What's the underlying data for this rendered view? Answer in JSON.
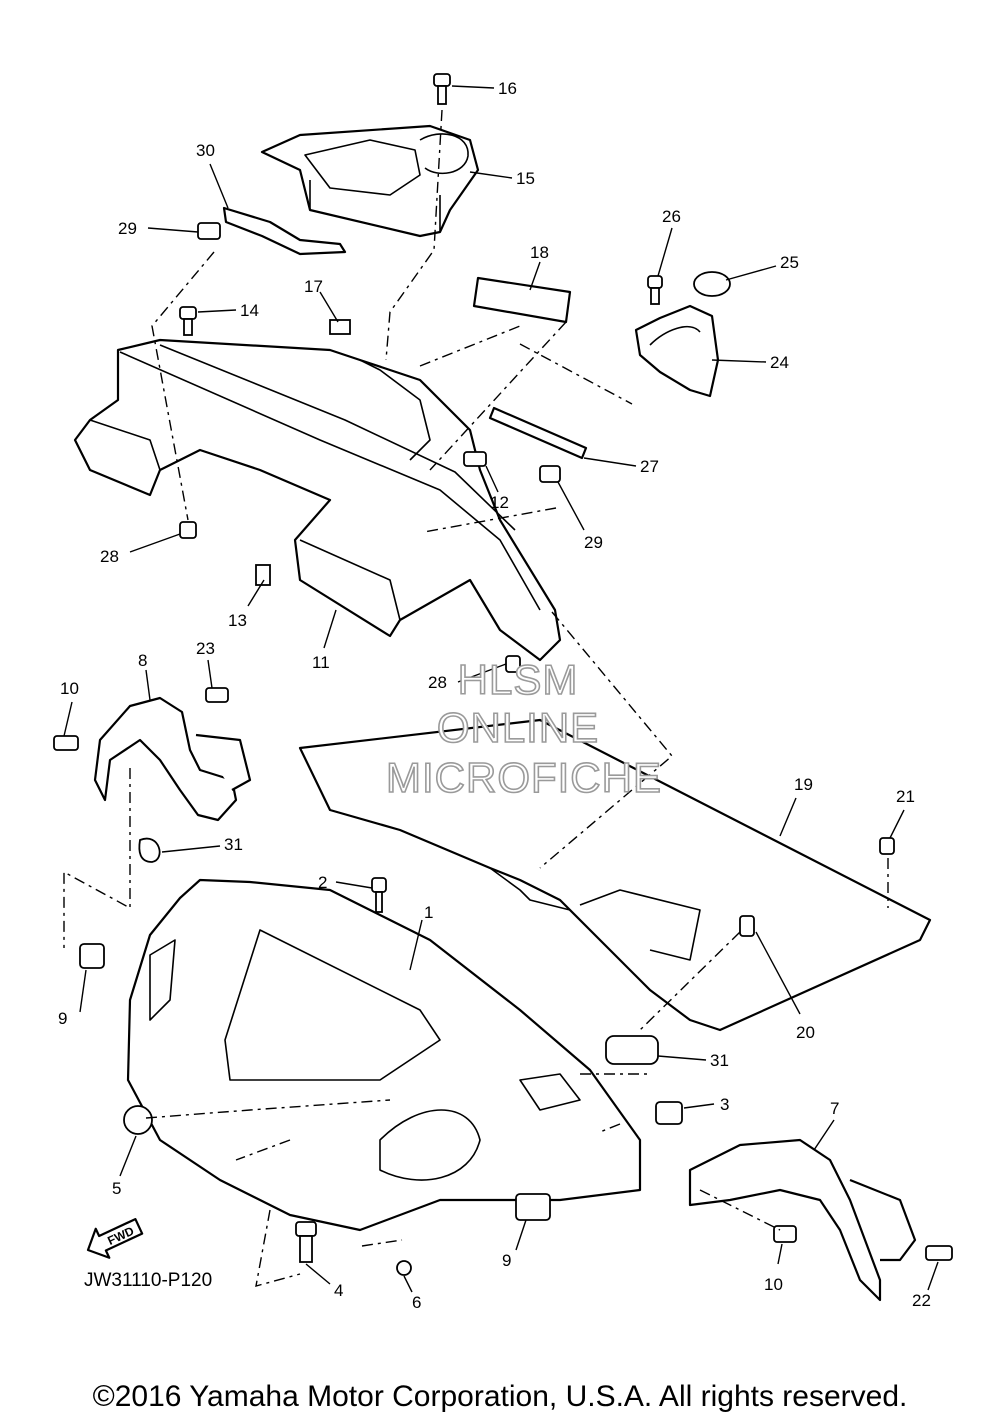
{
  "diagram": {
    "drawing_code": "JW31110-P120",
    "copyright": "©2016 Yamaha Motor Corporation, U.S.A. All rights reserved.",
    "fwd_arrow_label": "FWD",
    "watermark": [
      "HLSM",
      "ONLINE",
      "MICROFICHE"
    ],
    "callouts": [
      "16",
      "15",
      "30",
      "29",
      "18",
      "26",
      "25",
      "17",
      "14",
      "24",
      "27",
      "12",
      "29",
      "28",
      "13",
      "11",
      "28",
      "8",
      "23",
      "10",
      "19",
      "21",
      "31",
      "2",
      "1",
      "9",
      "20",
      "31",
      "3",
      "7",
      "5",
      "9",
      "10",
      "22",
      "4",
      "6"
    ]
  }
}
